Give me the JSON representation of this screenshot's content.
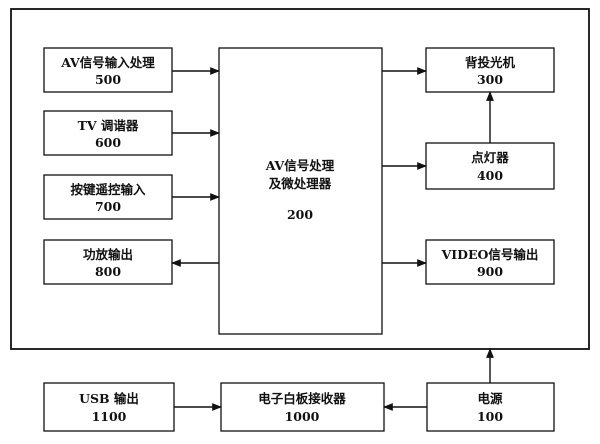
{
  "blocks": {
    "av_input": {
      "name": "AV信号输入处理",
      "code": "500"
    },
    "tv_tuner": {
      "name": "TV 调谐器",
      "code": "600"
    },
    "key_remote": {
      "name": "按键遥控输入",
      "code": "700"
    },
    "amp_out": {
      "name": "功放输出",
      "code": "800"
    },
    "processor": {
      "name_line1": "AV信号处理",
      "name_line2": "及微处理器",
      "code": "200"
    },
    "rear_projector": {
      "name": "背投光机",
      "code": "300"
    },
    "igniter": {
      "name": "点灯器",
      "code": "400"
    },
    "video_out": {
      "name": "VIDEO信号输出",
      "code": "900"
    },
    "usb_out": {
      "name": "USB 输出",
      "code": "1100"
    },
    "whiteboard_rx": {
      "name": "电子白板接收器",
      "code": "1000"
    },
    "power": {
      "name": "电源",
      "code": "100"
    }
  }
}
